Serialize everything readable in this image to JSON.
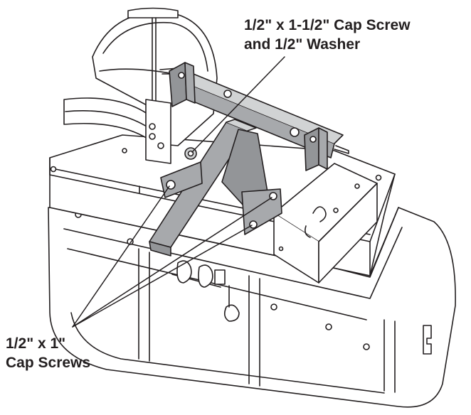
{
  "labels": {
    "cap_screw_washer": {
      "line1": "1/2\" x 1-1/2\" Cap Screw",
      "line2": "and 1/2\" Washer"
    },
    "cap_screws": {
      "line1": "1/2\" x 1\"",
      "line2": "Cap Screws"
    }
  },
  "colors": {
    "line": "#231f20",
    "fill": "#ffffff",
    "brace_fill": "#a7a9ac",
    "bracket_fill": "#939598"
  }
}
